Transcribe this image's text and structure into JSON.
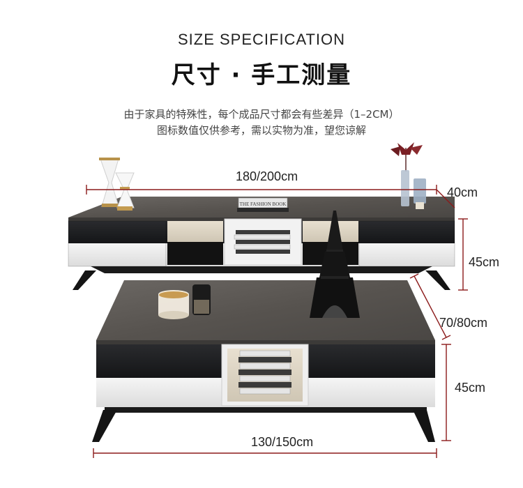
{
  "header": {
    "title_en": "SIZE SPECIFICATION",
    "title_cn": "尺寸 · 手工测量",
    "note_line1": "由于家具的特殊性，每个成品尺寸都会有些差异（1–2CM）",
    "note_line2": "图标数值仅供参考，需以实物为准，望您谅解"
  },
  "dimensions": {
    "tv_width": "180/200cm",
    "tv_depth": "40cm",
    "tv_height": "45cm",
    "table_depth": "70/80cm",
    "table_height": "45cm",
    "table_width": "130/150cm"
  },
  "props": {
    "book_title": "THE FASHION BOOK"
  },
  "colors": {
    "dimension_line": "#8b1a1a",
    "top_surface": "#5e5a56",
    "drawer_black": "#1c1d1f",
    "drawer_white": "#eeeeee",
    "leg": "#141414"
  }
}
